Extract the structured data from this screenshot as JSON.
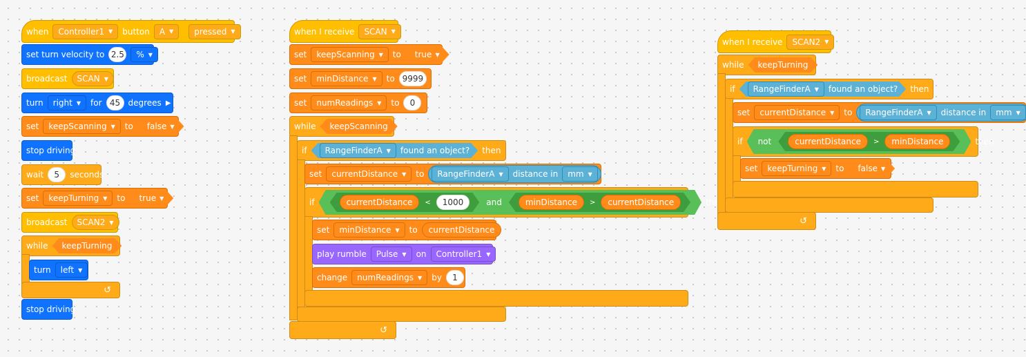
{
  "script1": {
    "when": "when",
    "controller": "Controller1",
    "button_word": "button",
    "button": "A",
    "action": "pressed",
    "set_turn_velocity": "set turn velocity to",
    "velocity_value": "2.5",
    "velocity_unit": "%",
    "broadcast1": "broadcast",
    "broadcast1_msg": "SCAN",
    "turn": "turn",
    "turn_dir": "right",
    "for": "for",
    "degrees_value": "45",
    "degrees": "degrees",
    "play_icon": "▶",
    "set1": "set",
    "set1_var": "keepScanning",
    "to1": "to",
    "set1_val": "false",
    "stop1": "stop driving",
    "wait": "wait",
    "wait_value": "5",
    "seconds": "seconds",
    "set2": "set",
    "set2_var": "keepTurning",
    "to2": "to",
    "set2_val": "true",
    "broadcast2": "broadcast",
    "broadcast2_msg": "SCAN2",
    "while": "while",
    "while_cond": "keepTurning",
    "turn2": "turn",
    "turn2_dir": "left",
    "loop_arrow": "↺",
    "stop2": "stop driving"
  },
  "script2": {
    "when_receive": "when I receive",
    "msg": "SCAN",
    "set1": "set",
    "set1_var": "keepScanning",
    "to1": "to",
    "set1_val": "true",
    "set2": "set",
    "set2_var": "minDistance",
    "to2": "to",
    "set2_val": "9999",
    "set3": "set",
    "set3_var": "numReadings",
    "to3": "to",
    "set3_val": "0",
    "while": "while",
    "while_cond": "keepScanning",
    "if1": "if",
    "sensor1": "RangeFinderA",
    "found": "found an object?",
    "then1": "then",
    "set4": "set",
    "set4_var": "currentDistance",
    "to4": "to",
    "sensor2": "RangeFinderA",
    "distance_in": "distance in",
    "unit": "mm",
    "if2": "if",
    "cmp1_left": "currentDistance",
    "cmp1_op": "<",
    "cmp1_right": "1000",
    "and": "and",
    "cmp2_left": "minDistance",
    "cmp2_op": ">",
    "cmp2_right": "currentDistance",
    "then2": "then",
    "set5": "set",
    "set5_var": "minDistance",
    "to5": "to",
    "set5_val": "currentDistance",
    "rumble": "play rumble",
    "rumble_pattern": "Pulse",
    "on": "on",
    "rumble_ctrl": "Controller1",
    "change": "change",
    "change_var": "numReadings",
    "by": "by",
    "change_val": "1",
    "loop_arrow": "↺"
  },
  "script3": {
    "when_receive": "when I receive",
    "msg": "SCAN2",
    "while": "while",
    "while_cond": "keepTurning",
    "if1": "if",
    "sensor1": "RangeFinderA",
    "found": "found an object?",
    "then1": "then",
    "set1": "set",
    "set1_var": "currentDistance",
    "to1": "to",
    "sensor2": "RangeFinderA",
    "distance_in": "distance in",
    "unit": "mm",
    "if2": "if",
    "not": "not",
    "cmp_left": "currentDistance",
    "cmp_op": ">",
    "cmp_right": "minDistance",
    "then2": "then",
    "set2": "set",
    "set2_var": "keepTurning",
    "to2": "to",
    "set2_val": "false",
    "loop_arrow": "↺"
  },
  "colors": {
    "event": "#FFBF00",
    "control": "#FFAB19",
    "motion": "#0F73FF",
    "variables": "#FF8C1A",
    "sensing": "#5CB1D6",
    "operators": "#59C059",
    "looks": "#9966FF"
  }
}
